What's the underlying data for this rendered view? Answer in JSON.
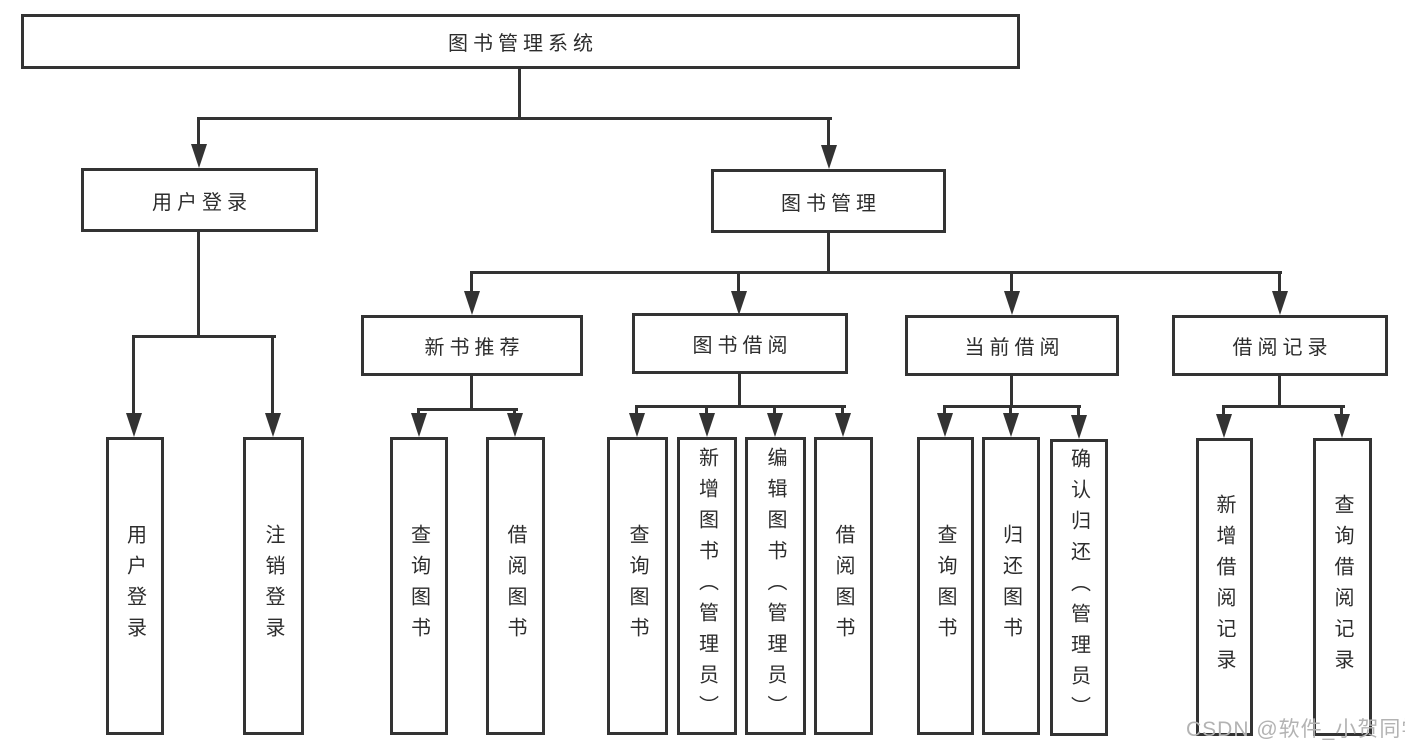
{
  "colors": {
    "line": "#333333",
    "text": "#2d2d2d",
    "background": "#ffffff",
    "watermark": "#b3b3b3"
  },
  "watermark": {
    "text": "CSDN @软件_小贺同学"
  },
  "nodes": {
    "root": "图书管理系统",
    "user_login": "用户登录",
    "book_mgmt": "图书管理",
    "new_book": "新书推荐",
    "book_borrow": "图书借阅",
    "current_borrow": "当前借阅",
    "borrow_record": "借阅记录",
    "leaf_user_login": "用户登录",
    "leaf_logout": "注销登录",
    "leaf_nb_query": "查询图书",
    "leaf_nb_borrow": "借阅图书",
    "leaf_bb_query": "查询图书",
    "leaf_bb_add": "新增图书（管理员）",
    "leaf_bb_edit": "编辑图书（管理员）",
    "leaf_bb_borrow": "借阅图书",
    "leaf_cb_query": "查询图书",
    "leaf_cb_return": "归还图书",
    "leaf_cb_confirm": "确认归还（管理员）",
    "leaf_br_add": "新增借阅记录",
    "leaf_br_query": "查询借阅记录"
  },
  "hierarchy": {
    "图书管理系统": [
      "用户登录",
      "图书管理"
    ],
    "用户登录": [
      "用户登录",
      "注销登录"
    ],
    "图书管理": [
      "新书推荐",
      "图书借阅",
      "当前借阅",
      "借阅记录"
    ],
    "新书推荐": [
      "查询图书",
      "借阅图书"
    ],
    "图书借阅": [
      "查询图书",
      "新增图书（管理员）",
      "编辑图书（管理员）",
      "借阅图书"
    ],
    "当前借阅": [
      "查询图书",
      "归还图书",
      "确认归还（管理员）"
    ],
    "借阅记录": [
      "新增借阅记录",
      "查询借阅记录"
    ]
  }
}
